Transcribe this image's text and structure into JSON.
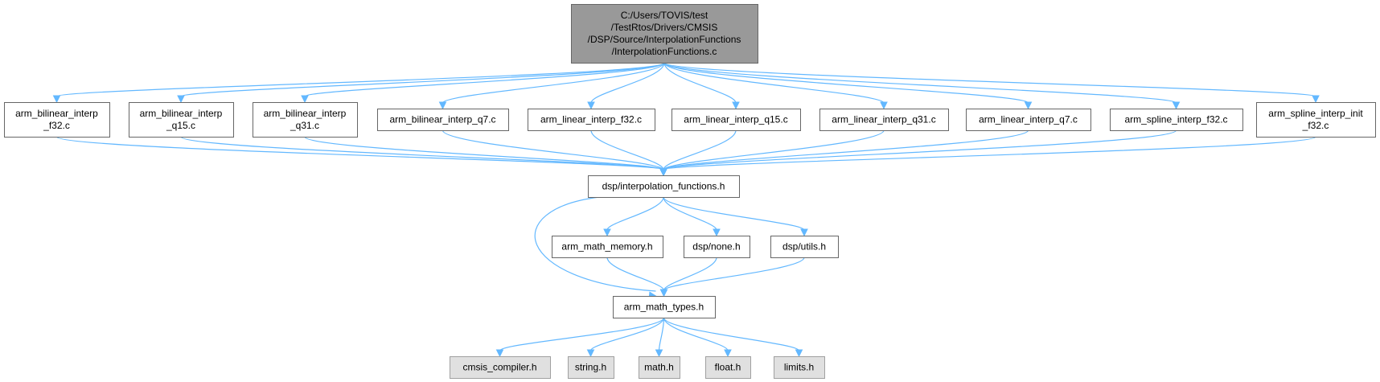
{
  "colors": {
    "edge": "#63b8ff",
    "root_fill": "#999999",
    "file_fill": "#ffffff",
    "system_fill": "#e0e0e0",
    "border": "#666666"
  },
  "nodes": [
    {
      "id": "root",
      "kind": "root",
      "lines": [
        "C:/Users/TOVIS/test",
        "/TestRtos/Drivers/CMSIS",
        "/DSP/Source/InterpolationFunctions",
        "/InterpolationFunctions.c"
      ]
    },
    {
      "id": "arm_bilinear_interp_f32",
      "kind": "file",
      "lines": [
        "arm_bilinear_interp",
        "_f32.c"
      ]
    },
    {
      "id": "arm_bilinear_interp_q15",
      "kind": "file",
      "lines": [
        "arm_bilinear_interp",
        "_q15.c"
      ]
    },
    {
      "id": "arm_bilinear_interp_q31",
      "kind": "file",
      "lines": [
        "arm_bilinear_interp",
        "_q31.c"
      ]
    },
    {
      "id": "arm_bilinear_interp_q7",
      "kind": "file",
      "lines": [
        "arm_bilinear_interp_q7.c"
      ]
    },
    {
      "id": "arm_linear_interp_f32",
      "kind": "file",
      "lines": [
        "arm_linear_interp_f32.c"
      ]
    },
    {
      "id": "arm_linear_interp_q15",
      "kind": "file",
      "lines": [
        "arm_linear_interp_q15.c"
      ]
    },
    {
      "id": "arm_linear_interp_q31",
      "kind": "file",
      "lines": [
        "arm_linear_interp_q31.c"
      ]
    },
    {
      "id": "arm_linear_interp_q7",
      "kind": "file",
      "lines": [
        "arm_linear_interp_q7.c"
      ]
    },
    {
      "id": "arm_spline_interp_f32",
      "kind": "file",
      "lines": [
        "arm_spline_interp_f32.c"
      ]
    },
    {
      "id": "arm_spline_interp_init_f32",
      "kind": "file",
      "lines": [
        "arm_spline_interp_init",
        "_f32.c"
      ]
    },
    {
      "id": "dsp_interpolation_functions",
      "kind": "file",
      "lines": [
        "dsp/interpolation_functions.h"
      ]
    },
    {
      "id": "arm_math_memory",
      "kind": "file",
      "lines": [
        "arm_math_memory.h"
      ]
    },
    {
      "id": "dsp_none",
      "kind": "file",
      "lines": [
        "dsp/none.h"
      ]
    },
    {
      "id": "dsp_utils",
      "kind": "file",
      "lines": [
        "dsp/utils.h"
      ]
    },
    {
      "id": "arm_math_types",
      "kind": "file",
      "lines": [
        "arm_math_types.h"
      ]
    },
    {
      "id": "cmsis_compiler",
      "kind": "system",
      "lines": [
        "cmsis_compiler.h"
      ]
    },
    {
      "id": "string_h",
      "kind": "system",
      "lines": [
        "string.h"
      ]
    },
    {
      "id": "math_h",
      "kind": "system",
      "lines": [
        "math.h"
      ]
    },
    {
      "id": "float_h",
      "kind": "system",
      "lines": [
        "float.h"
      ]
    },
    {
      "id": "limits_h",
      "kind": "system",
      "lines": [
        "limits.h"
      ]
    }
  ],
  "edges": [
    [
      "root",
      "arm_bilinear_interp_f32"
    ],
    [
      "root",
      "arm_bilinear_interp_q15"
    ],
    [
      "root",
      "arm_bilinear_interp_q31"
    ],
    [
      "root",
      "arm_bilinear_interp_q7"
    ],
    [
      "root",
      "arm_linear_interp_f32"
    ],
    [
      "root",
      "arm_linear_interp_q15"
    ],
    [
      "root",
      "arm_linear_interp_q31"
    ],
    [
      "root",
      "arm_linear_interp_q7"
    ],
    [
      "root",
      "arm_spline_interp_f32"
    ],
    [
      "root",
      "arm_spline_interp_init_f32"
    ],
    [
      "arm_bilinear_interp_f32",
      "dsp_interpolation_functions"
    ],
    [
      "arm_bilinear_interp_q15",
      "dsp_interpolation_functions"
    ],
    [
      "arm_bilinear_interp_q31",
      "dsp_interpolation_functions"
    ],
    [
      "arm_bilinear_interp_q7",
      "dsp_interpolation_functions"
    ],
    [
      "arm_linear_interp_f32",
      "dsp_interpolation_functions"
    ],
    [
      "arm_linear_interp_q15",
      "dsp_interpolation_functions"
    ],
    [
      "arm_linear_interp_q31",
      "dsp_interpolation_functions"
    ],
    [
      "arm_linear_interp_q7",
      "dsp_interpolation_functions"
    ],
    [
      "arm_spline_interp_f32",
      "dsp_interpolation_functions"
    ],
    [
      "arm_spline_interp_init_f32",
      "dsp_interpolation_functions"
    ],
    [
      "dsp_interpolation_functions",
      "arm_math_memory"
    ],
    [
      "dsp_interpolation_functions",
      "dsp_none"
    ],
    [
      "dsp_interpolation_functions",
      "dsp_utils"
    ],
    [
      "dsp_interpolation_functions",
      "arm_math_types"
    ],
    [
      "arm_math_memory",
      "arm_math_types"
    ],
    [
      "dsp_none",
      "arm_math_types"
    ],
    [
      "dsp_utils",
      "arm_math_types"
    ],
    [
      "arm_math_types",
      "cmsis_compiler"
    ],
    [
      "arm_math_types",
      "string_h"
    ],
    [
      "arm_math_types",
      "math_h"
    ],
    [
      "arm_math_types",
      "float_h"
    ],
    [
      "arm_math_types",
      "limits_h"
    ]
  ]
}
